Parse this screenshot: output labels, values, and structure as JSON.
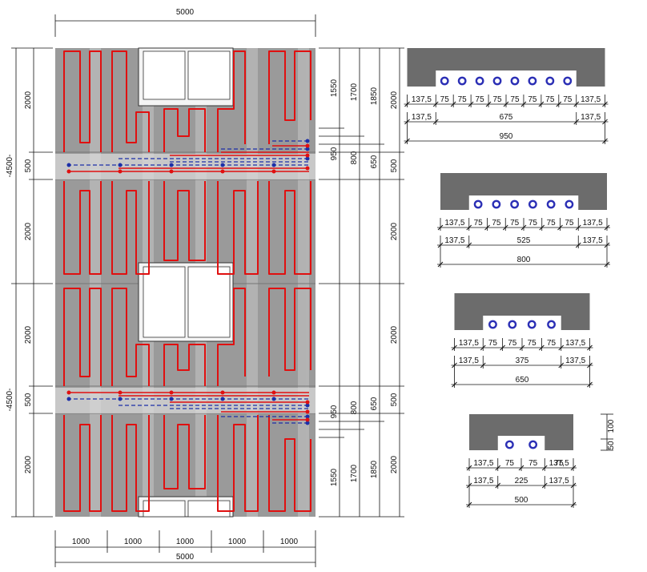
{
  "colors": {
    "panel": "#9a9a9a",
    "panel_light": "#c4c4c4",
    "heating_pipe": "#e01010",
    "supply_pipe": "#1c2fa8",
    "manifold_section": "#6c6c6c",
    "pipe_ring": "#2b2fb5",
    "line": "#111111"
  },
  "wall": {
    "top_width": "5000",
    "bottom_width": "5000",
    "bottom_segments": [
      "1000",
      "1000",
      "1000",
      "1000",
      "1000"
    ],
    "left_outer": [
      "-4500-",
      "-4500-"
    ],
    "left_inner": [
      "2000",
      "500",
      "2000",
      "2000",
      "500",
      "2000"
    ],
    "right_col1": [
      "1550",
      "950",
      "950",
      "1550"
    ],
    "right_col2": [
      "1700",
      "800",
      "800",
      "1700"
    ],
    "right_col3": [
      "1850",
      "650",
      "650",
      "1850"
    ],
    "right_col4": [
      "2000",
      "500",
      "2000",
      "2000",
      "500",
      "2000"
    ]
  },
  "sections": [
    {
      "pipe_count": 8,
      "row1": [
        "137,5",
        "75",
        "75",
        "75",
        "75",
        "75",
        "75",
        "75",
        "75",
        "137,5"
      ],
      "row2": [
        "137,5",
        "675",
        "137,5"
      ],
      "total": "950"
    },
    {
      "pipe_count": 6,
      "row1": [
        "137,5",
        "75",
        "75",
        "75",
        "75",
        "75",
        "75",
        "137,5"
      ],
      "row2": [
        "137,5",
        "525",
        "137,5"
      ],
      "total": "800"
    },
    {
      "pipe_count": 4,
      "row1": [
        "137,5",
        "75",
        "75",
        "75",
        "75",
        "137,5"
      ],
      "row2": [
        "137,5",
        "375",
        "137,5"
      ],
      "total": "650"
    },
    {
      "pipe_count": 2,
      "row1": [
        "137,5",
        "75",
        "75",
        "75",
        "137,5"
      ],
      "row2": [
        "137,5",
        "225",
        "137,5"
      ],
      "total": "500",
      "side": [
        "100",
        "50"
      ]
    }
  ]
}
